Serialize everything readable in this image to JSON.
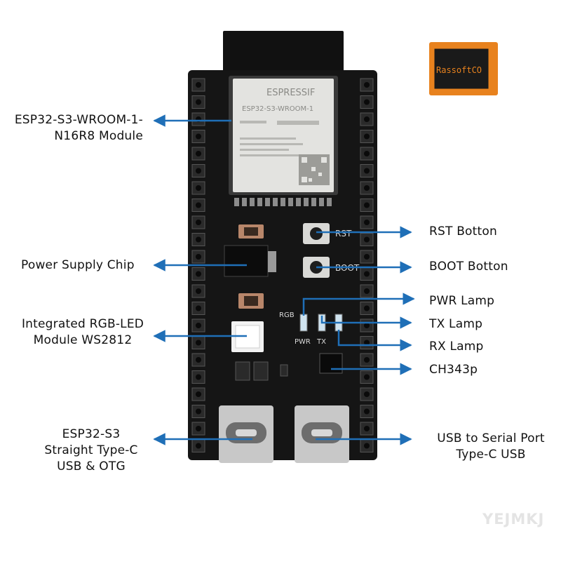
{
  "labels": {
    "module": [
      "ESP32-S3-WROOM-1-",
      "N16R8 Module"
    ],
    "power_chip": [
      "Power Supply Chip"
    ],
    "rgb_led": [
      "Integrated RGB-LED",
      "Module WS2812"
    ],
    "usb_otg": [
      "ESP32-S3",
      "Straight Type-C",
      "USB & OTG"
    ],
    "rst": [
      "RST Botton"
    ],
    "boot": [
      "BOOT Botton"
    ],
    "pwr_lamp": [
      "PWR Lamp"
    ],
    "tx_lamp": [
      "TX Lamp"
    ],
    "rx_lamp": [
      "RX Lamp"
    ],
    "ch343p": [
      "CH343p"
    ],
    "usb_serial": [
      "USB to Serial Port",
      "Type-C USB"
    ]
  },
  "silkscreen": {
    "module_brand": "ESPRESSIF",
    "module_model": "ESP32-S3-WROOM-1",
    "rst": "RST",
    "boot": "BOOT",
    "pwr": "PWR",
    "tx": "TX",
    "rgb": "RGB"
  },
  "logo": {
    "text": "RassoftCO"
  },
  "watermark": "YEJMKJ",
  "colors": {
    "board": "#151515",
    "pin_header": "#222222",
    "arrow": "#1f6fb7",
    "logo_orange": "#e8821e",
    "logo_chip": "#1a1a1a"
  }
}
